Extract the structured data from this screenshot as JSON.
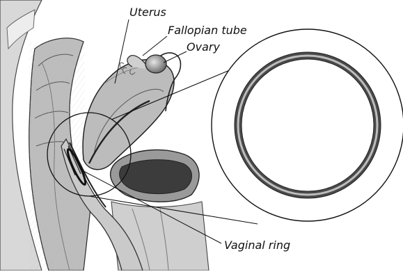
{
  "labels": {
    "uterus": "Uterus",
    "fallopian_tube": "Fallopian tube",
    "ovary": "Ovary",
    "vaginal_ring": "Vaginal ring"
  }
}
